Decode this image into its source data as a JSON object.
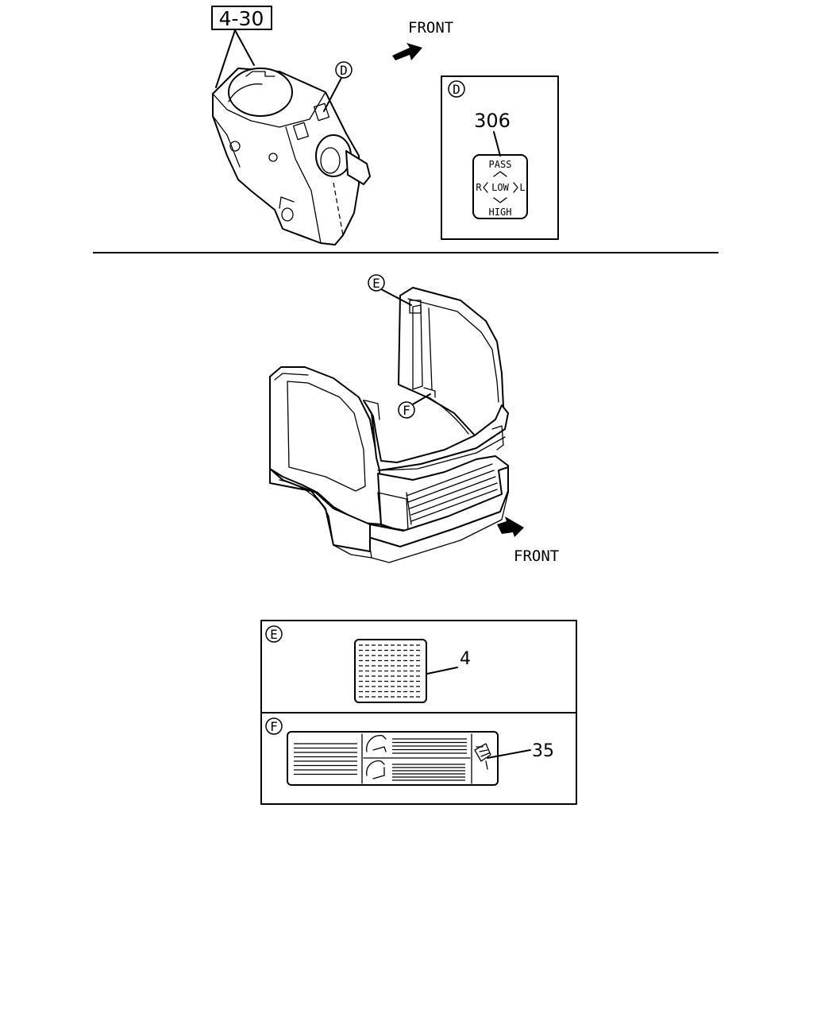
{
  "callouts": {
    "group_ref": "4-30",
    "front_top": "FRONT",
    "front_bottom": "FRONT",
    "letter_d": "D",
    "letter_e": "E",
    "letter_f": "F"
  },
  "panel_d": {
    "letter": "D",
    "part": "306",
    "label_pass": "PASS",
    "label_r": "R",
    "label_low": "LOW",
    "label_l": "L",
    "label_high": "HIGH"
  },
  "panel_e": {
    "letter": "E",
    "part": "4"
  },
  "panel_f": {
    "letter": "F",
    "part": "35"
  }
}
